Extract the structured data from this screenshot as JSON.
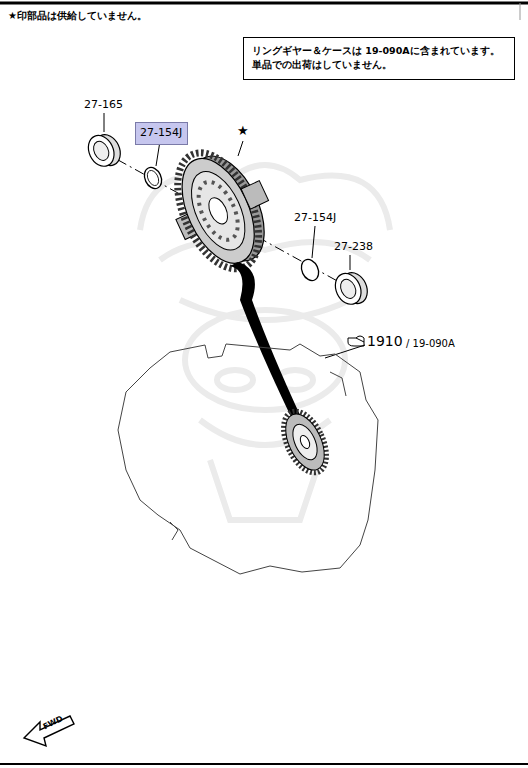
{
  "diagram": {
    "nodes": [
      {
        "text": [
          "リングギヤー＆ケースは 19-090Aに含まれています。 単品での出荷はしていません。"
        ]
      },
      {
        "text": [
          "27-154J"
        ]
      }
    ],
    "labels": [
      "★印部品は供給していません。",
      "27-165",
      "★",
      "27-154J",
      "27-238",
      "1910",
      "/ 19-090A",
      "FWD"
    ]
  }
}
